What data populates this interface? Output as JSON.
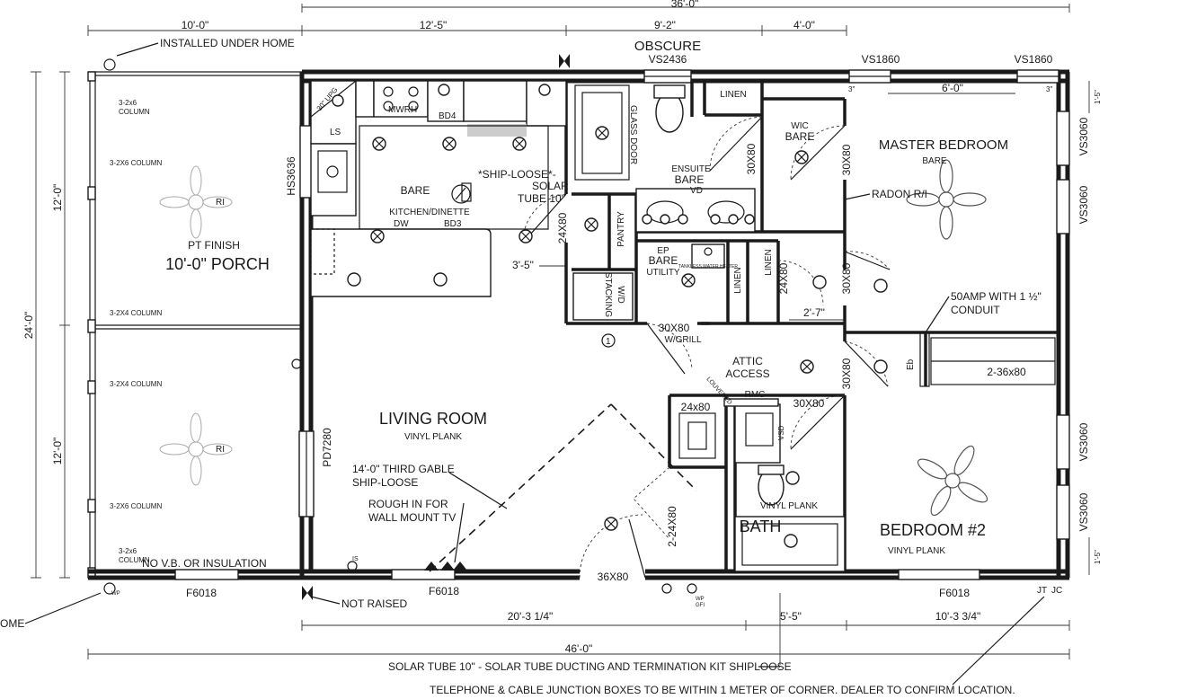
{
  "dimensions": {
    "top_total": "36'-0\"",
    "top_porch": "10'-0\"",
    "top_1": "12'-5\"",
    "top_2": "9'-2\"",
    "top_3": "4'-0\"",
    "left_total": "24'-0\"",
    "left_upper": "12'-0\"",
    "left_lower": "12'-0\"",
    "right_upper": "1'-5\"",
    "right_lower": "1'-5\"",
    "bottom_1": "20'-3 1/4\"",
    "bottom_2": "5'-5\"",
    "bottom_3": "10'-3 3/4\"",
    "bottom_total": "46'-0\"",
    "master_window": "6'-0\"",
    "master_side": "3\"",
    "laundry": "3'-5\"",
    "hall": "2'-7\""
  },
  "windows": {
    "obscure": "OBSCURE",
    "vs2436": "VS2436",
    "vs1860_a": "VS1860",
    "vs1860_b": "VS1860",
    "vs3060_1": "VS3060",
    "vs3060_2": "VS3060",
    "vs3060_3": "VS3060",
    "vs3060_4": "VS3060",
    "hs3636": "HS3636",
    "pd7280": "PD7280",
    "f6018_a": "F6018",
    "f6018_b": "F6018",
    "f6018_c": "F6018"
  },
  "rooms": {
    "porch_finish": "PT FINISH",
    "porch": "10'-0\" PORCH",
    "kitchen": "KITCHEN/DINETTE",
    "kitchen_floor": "BARE",
    "living": "LIVING ROOM",
    "living_floor": "VINYL PLANK",
    "master": "MASTER BEDROOM",
    "master_floor": "BARE",
    "wic": "WIC",
    "wic_floor": "BARE",
    "ensuite": "ENSUITE",
    "ensuite_floor": "BARE",
    "utility": "UTILITY",
    "utility_floor": "BARE",
    "bath": "BATH",
    "bath_floor": "VINYL PLANK",
    "bedroom2": "BEDROOM #2",
    "bedroom2_floor": "VINYL PLANK",
    "attic": [
      "ATTIC",
      "ACCESS"
    ]
  },
  "doors": {
    "d_24x80_pantry": "24X80",
    "d_30x80_ensuite": "30X80",
    "d_30x80_wic": "30X80",
    "d_24x80_util": "24X80",
    "d_30x80_master": "30X80",
    "d_30x80_grill": "30X80",
    "grill": "W/GRILL",
    "d_30x80_bath": "30X80",
    "d_30x80_bed2": "30X80",
    "d_24x80_closet": "24x80",
    "d_2_24x80": "2-24X80",
    "d_36x80": "36X80",
    "closet_2_36x80": "2-36x80"
  },
  "labels": {
    "installed": "INSTALLED UNDER HOME",
    "column_3_2x6_a": [
      "3-2x6",
      "COLUMN"
    ],
    "column_3_2x6_b": "3-2X6 COLUMN",
    "column_3_2x4_a": "3-2X4 COLUMN",
    "column_3_2x4_b": "3-2X4 COLUMN",
    "column_3_2x6_c": "3-2X6 COLUMN",
    "column_3_2x6_d": [
      "3-2x6",
      "COLUMN"
    ],
    "no_vb": "NO V.B. OR INSULATION",
    "not_raised": "NOT RAISED",
    "ome": "OME",
    "upg": "30\" UPG",
    "ls": "LS",
    "mwrh": "MWRH",
    "bd4": "BD4",
    "dw": "DW",
    "bd3": "BD3",
    "ship_loose": "*SHIP-LOOSE*-",
    "solar": "SOLAR",
    "tube10": "TUBE 10\"",
    "glass_door": "GLASS DOOR",
    "linen_a": "LINEN",
    "linen_b": "LINEN",
    "linen_c": "LINEN",
    "vd": "VD",
    "pantry": "PANTRY",
    "stacking": "STACKING",
    "wd": "W/D",
    "ep": "EP",
    "tankless": "TANKLESS WATER HEATER",
    "radon": "RADON R/I",
    "amp50": "50AMP WITH 1 ½\"",
    "conduit": "CONDUIT",
    "rmc": "RMC",
    "louvered": "LOUVERED",
    "gable": "14'-0\" THIRD GABLE",
    "gable2": "SHIP-LOOSE",
    "rough": "ROUGH IN FOR",
    "tv": "WALL MOUNT TV",
    "ri_a": "RI",
    "ri_b": "RI",
    "eb": "Eb",
    "vsd": "VSD",
    "jt": "JT",
    "jc": "JC",
    "wp": "WP",
    "gfi": "GFI",
    "is": "IS",
    "num1": "1"
  },
  "notes": {
    "solar_note": "SOLAR TUBE 10\" - SOLAR TUBE DUCTING AND TERMINATION KIT SHIPLOOSE",
    "phone_note": "TELEPHONE & CABLE JUNCTION BOXES TO BE WITHIN 1 METER OF CORNER.  DEALER TO CONFIRM LOCATION."
  }
}
